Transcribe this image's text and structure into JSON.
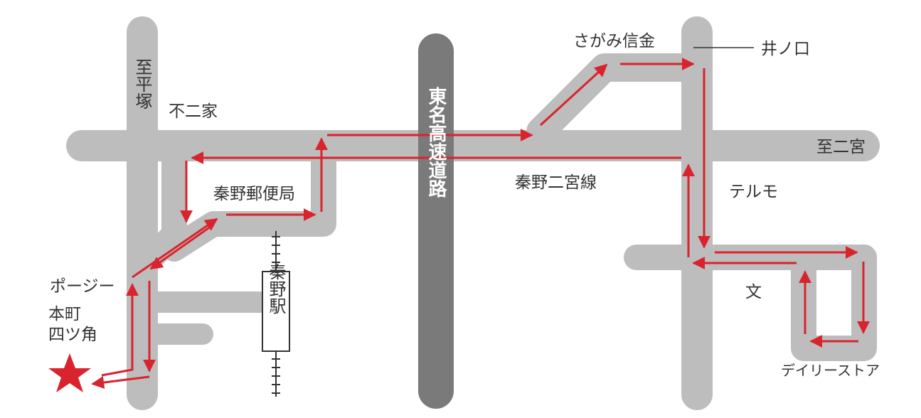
{
  "colors": {
    "road": "#bdbdbd",
    "highway": "#7a7a7a",
    "route": "#d9232d",
    "text": "#333333",
    "star": "#d9232d"
  },
  "labels": {
    "to_hiratsuka": "至平塚",
    "fujiya": "不二家",
    "hadano_post_office": "秦野郵便局",
    "tomei_expressway": "東名高速道路",
    "hadano_ninomiya_line": "秦野二宮線",
    "sagami_shinkin": "さがみ信金",
    "inokuchi": "井ノ口",
    "to_ninomiya": "至二宮",
    "terumo": "テルモ",
    "posey": "ポージー",
    "honmachi_yotsukado_1": "本町",
    "honmachi_yotsukado_2": "四ツ角",
    "hadano_station": "秦野駅",
    "school_symbol": "文",
    "daily_store": "デイリーストア"
  }
}
